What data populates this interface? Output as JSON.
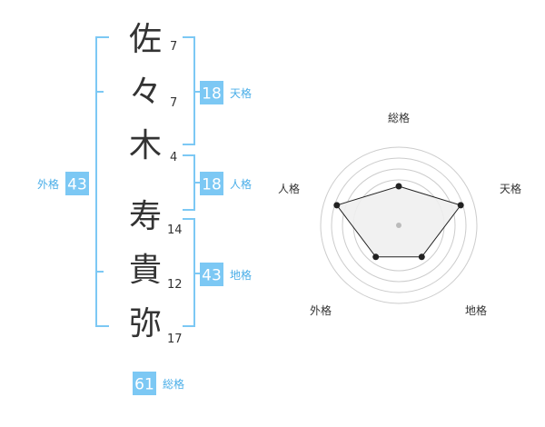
{
  "name": {
    "chars": [
      {
        "char": "佐",
        "strokes": "7"
      },
      {
        "char": "々",
        "strokes": "7"
      },
      {
        "char": "木",
        "strokes": "4"
      },
      {
        "char": "寿",
        "strokes": "14"
      },
      {
        "char": "貴",
        "strokes": "12"
      },
      {
        "char": "弥",
        "strokes": "17"
      }
    ]
  },
  "fortunes": {
    "tenkaku": {
      "label": "天格",
      "value": "18"
    },
    "jinkaku": {
      "label": "人格",
      "value": "18"
    },
    "chikaku": {
      "label": "地格",
      "value": "43"
    },
    "gaikaku": {
      "label": "外格",
      "value": "43"
    },
    "soukaku": {
      "label": "総格",
      "value": "61"
    }
  },
  "colors": {
    "accent": "#7cc8f4",
    "accent_text": "#4aaee8",
    "radar_fill": "#f0f0f0",
    "ring": "#cccccc"
  },
  "chart_data": {
    "type": "radar",
    "axes": [
      "総格",
      "天格",
      "地格",
      "外格",
      "人格"
    ],
    "values": [
      3,
      5,
      3,
      3,
      5
    ],
    "max": 6
  }
}
